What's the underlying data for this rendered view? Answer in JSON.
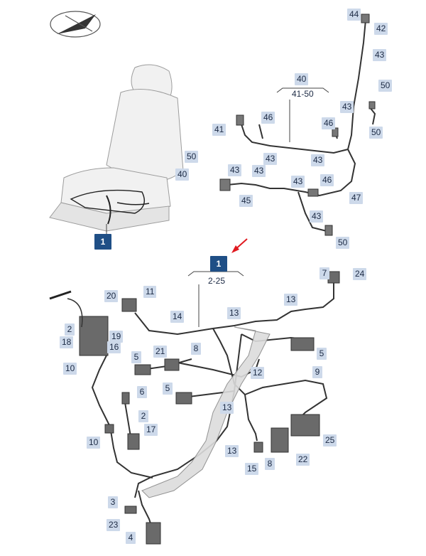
{
  "main_callout_top": "1",
  "main_callout_bottom": "1",
  "group_top": {
    "id": "40",
    "range": "41-50"
  },
  "group_bottom": {
    "range": "2-25"
  },
  "seat_labels": [
    "50",
    "40"
  ],
  "top_right_labels": [
    "44",
    "42",
    "43",
    "50",
    "43",
    "50",
    "46",
    "46",
    "41",
    "43",
    "43",
    "43",
    "43",
    "46",
    "43",
    "47",
    "45",
    "43",
    "50"
  ],
  "bottom_labels": [
    "7",
    "24",
    "20",
    "11",
    "13",
    "13",
    "14",
    "2",
    "19",
    "18",
    "16",
    "21",
    "8",
    "5",
    "10",
    "12",
    "5",
    "9",
    "5",
    "6",
    "2",
    "13",
    "17",
    "10",
    "13",
    "25",
    "22",
    "15",
    "8",
    "3",
    "23",
    "4"
  ],
  "colors": {
    "callout_bg": "#cdd9ea",
    "callout_text": "#1c2a44",
    "main_bg": "#1f4f86",
    "arrow": "#e0191f"
  },
  "icons": [
    "logo-icon",
    "arrow-icon"
  ]
}
